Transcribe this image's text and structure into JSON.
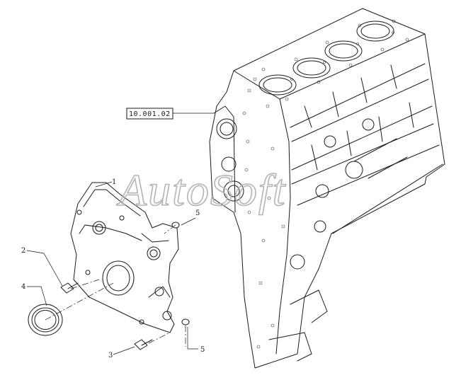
{
  "reference_box": {
    "label": "10.001.02"
  },
  "watermark": {
    "text": "AutoSoft"
  },
  "callouts": [
    {
      "id": "1",
      "label": "1"
    },
    {
      "id": "2",
      "label": "2"
    },
    {
      "id": "3",
      "label": "3"
    },
    {
      "id": "4",
      "label": "4"
    },
    {
      "id": "5a",
      "label": "5"
    },
    {
      "id": "5b",
      "label": "5"
    }
  ]
}
